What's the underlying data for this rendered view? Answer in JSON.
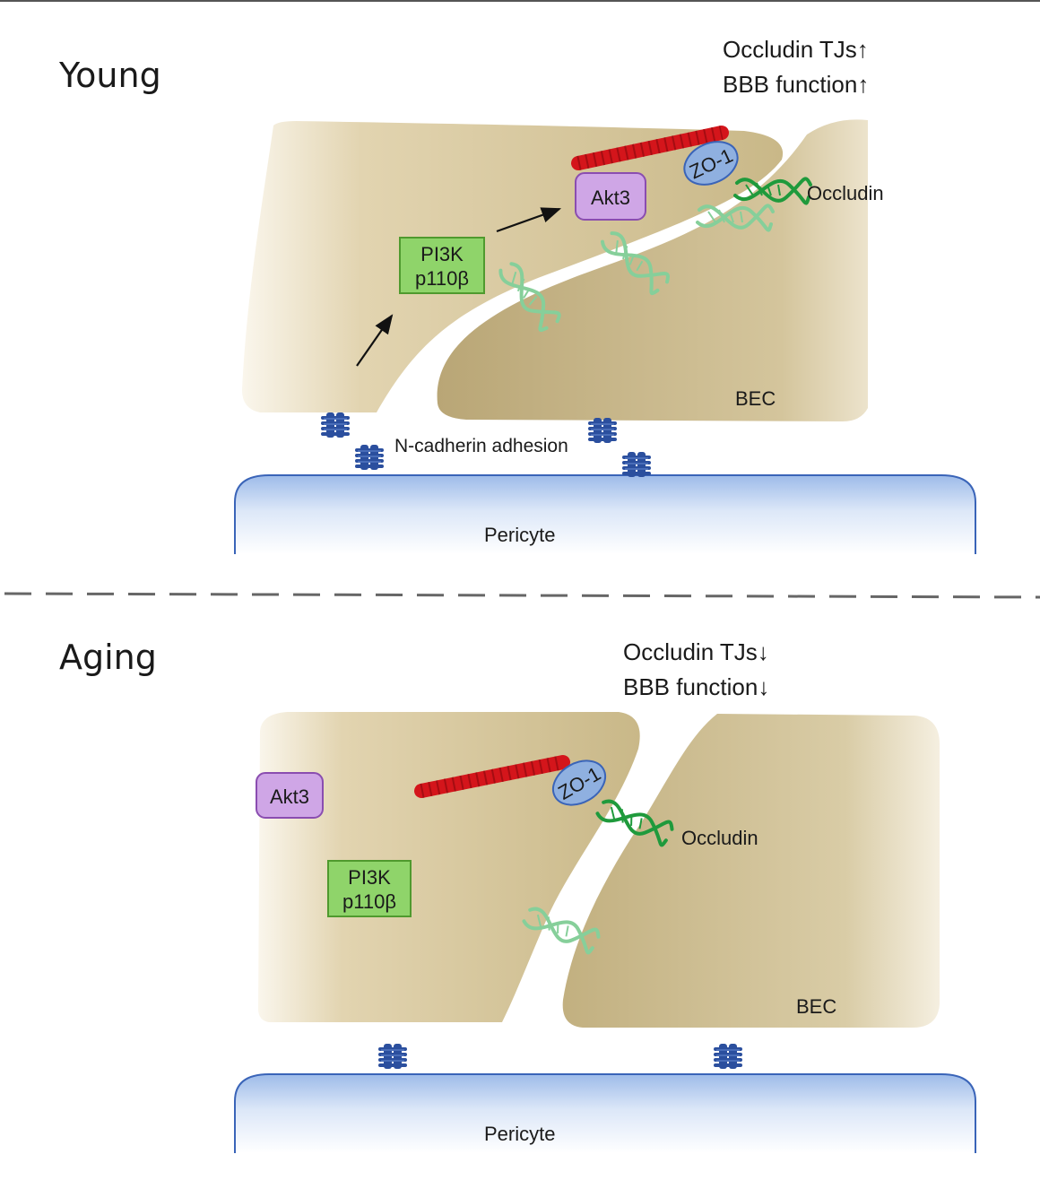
{
  "young": {
    "title": "Young",
    "effects": [
      "Occludin TJs↑",
      "BBB function↑"
    ],
    "akt3": "Akt3",
    "pi3k": [
      "PI3K",
      "p110β"
    ],
    "zo1": "ZO-1",
    "occludin": "Occludin",
    "bec": "BEC",
    "ncadherin": "N-cadherin adhesion",
    "pericyte": "Pericyte"
  },
  "aging": {
    "title": "Aging",
    "effects": [
      "Occludin TJs↓",
      "BBB function↓"
    ],
    "akt3": "Akt3",
    "pi3k": [
      "PI3K",
      "p110β"
    ],
    "zo1": "ZO-1",
    "occludin": "Occludin",
    "bec": "BEC",
    "pericyte": "Pericyte"
  },
  "colors": {
    "cell": "#c9b888",
    "cell_edge": "#8a7a55",
    "pericyte": "#aac4ec",
    "pericyte_edge": "#3a64b8",
    "cadherin": "#2b4f9e",
    "actin": "#d4151b",
    "zo1": "#8fb0e0",
    "akt3": "#cfa6e6",
    "pi3k": "#8fd46a",
    "occludin_strong": "#1f9a3c",
    "occludin_faint": "#86cf9a"
  }
}
